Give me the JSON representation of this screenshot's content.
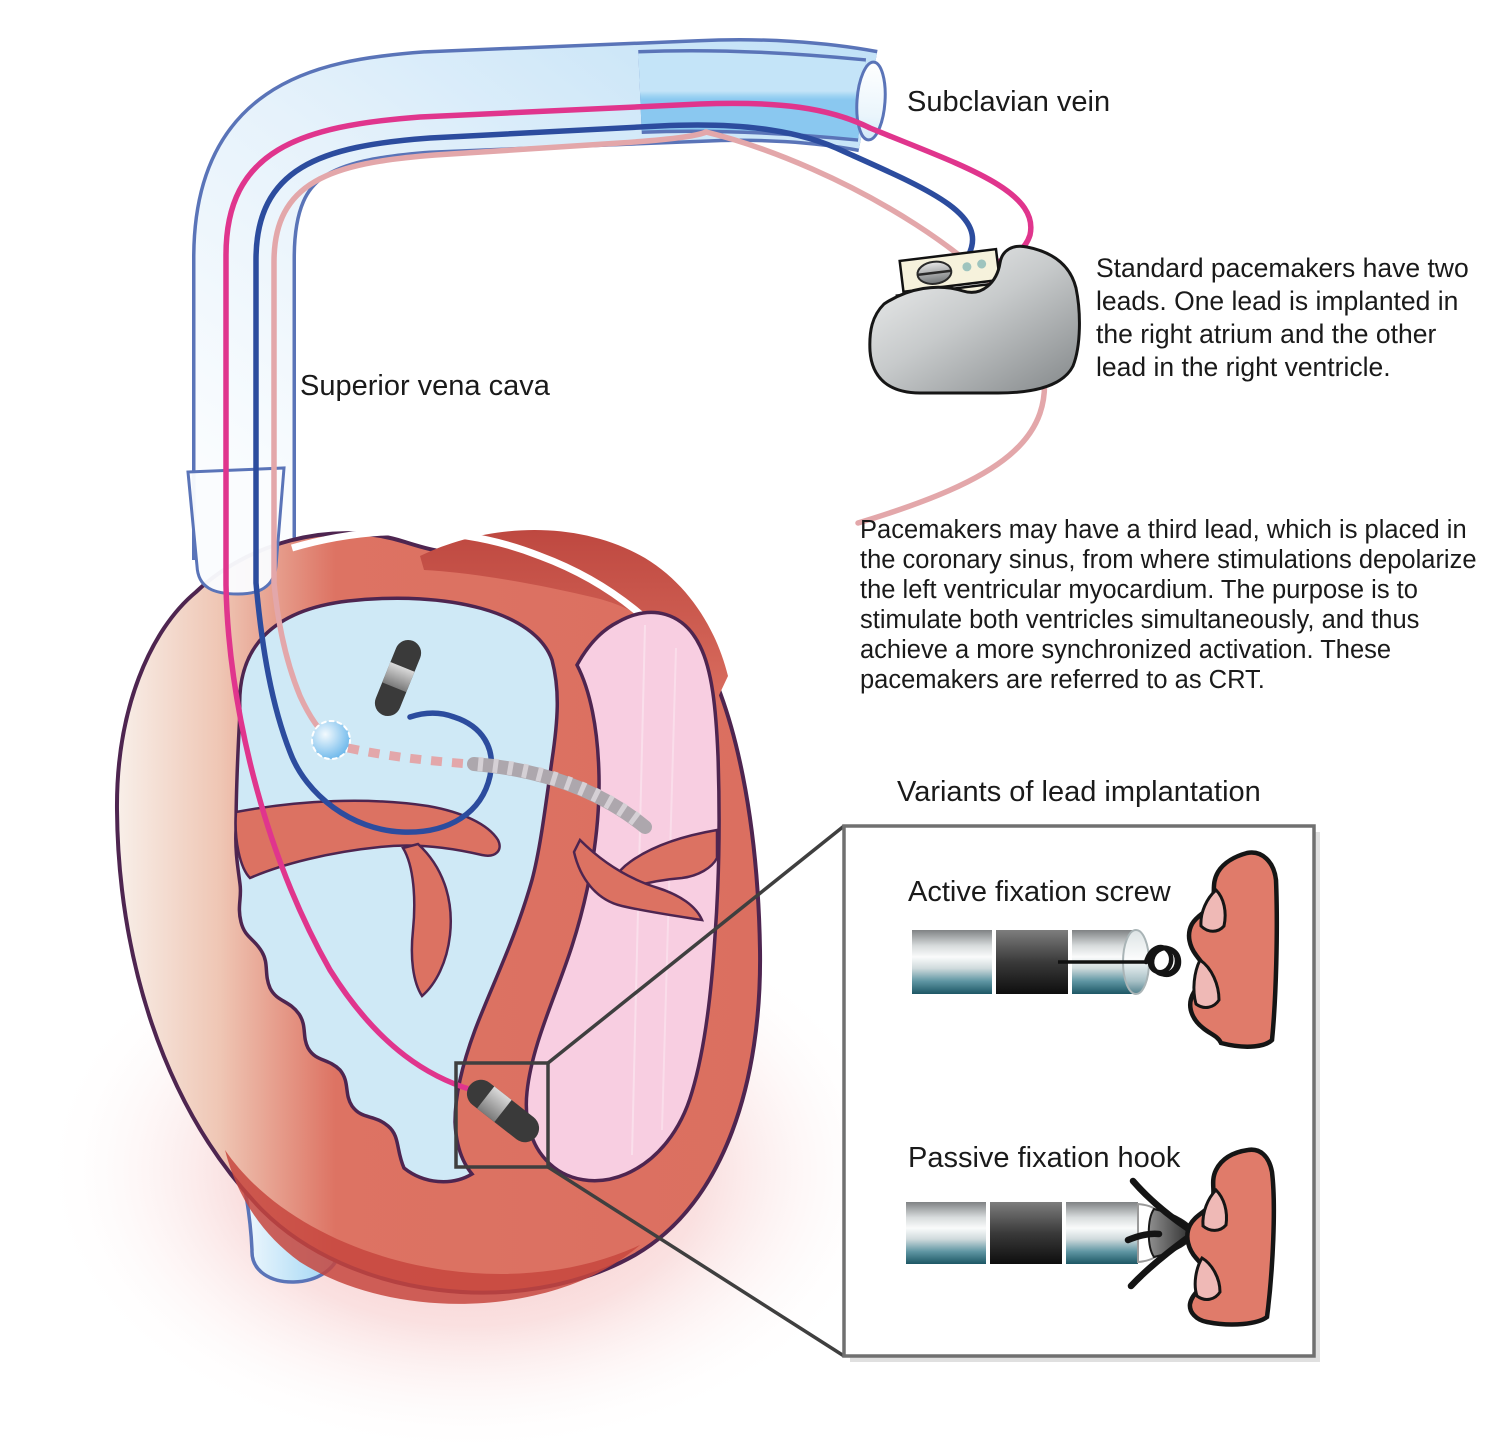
{
  "labels": {
    "subclavian_vein": "Subclavian vein",
    "superior_vena_cava": "Superior vena cava",
    "variants_title": "Variants of lead implantation",
    "active_fixation": "Active fixation screw",
    "passive_fixation": "Passive fixation hook"
  },
  "annotations": {
    "standard_pacemaker": "Standard pacemakers have two\nleads. One lead is implanted in\nthe right atrium and the other\nlead in the right ventricle.",
    "crt_pacemaker": "Pacemakers may have a third lead, which is placed in\nthe coronary sinus, from where stimulations depolarize\nthe left ventricular myocardium. The purpose is to\nstimulate both ventricles simultaneously, and thus\nachieve a more synchronized activation. These\npacemakers are referred to as CRT."
  },
  "colors": {
    "text": "#1A1A1A",
    "heart_muscle": "#DC7262",
    "heart_outline": "#4E2550",
    "chamber_blue": "#CFE9F6",
    "chamber_pink": "#F8CEE1",
    "vein_outline": "#5A74B8",
    "lead_magenta": "#E0358D",
    "lead_blue": "#2C4C9E",
    "lead_pink": "#E3A7AA",
    "lead_gray": "#ADA7AD",
    "tissue": "#E07B6A",
    "callout": "#3F3F3F",
    "inset_border": "#707070",
    "pacemaker_header": "#F6F2DC",
    "indicator_dot": "#9EC4BE"
  }
}
